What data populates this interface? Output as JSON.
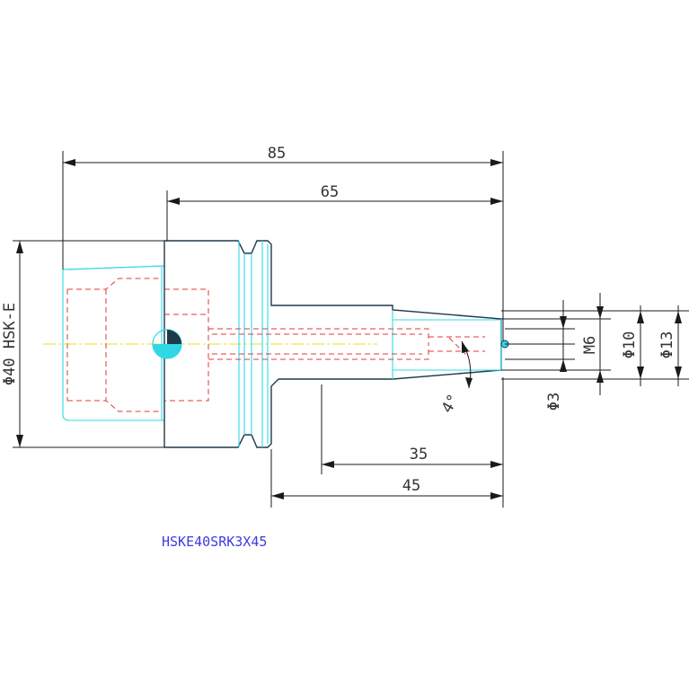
{
  "dimensions": {
    "overall_length": "85",
    "body_length": "65",
    "flange_diameter": "Φ40 HSK-E",
    "shank_tip_length": "35",
    "shank_length": "45",
    "thread": "M6",
    "bore_diameter": "Φ10",
    "outer_tip_diameter": "Φ13",
    "collet_diameter": "Φ3",
    "taper_angle": "4°"
  },
  "part_number": "HSKE40SRK3X45",
  "colors": {
    "outline": "#1f3a4a",
    "cyan": "#30d8e6",
    "hidden": "#e23a3a",
    "centerline": "#e8e020",
    "label": "#3c3ce0",
    "dimension": "#1a1a1a"
  }
}
